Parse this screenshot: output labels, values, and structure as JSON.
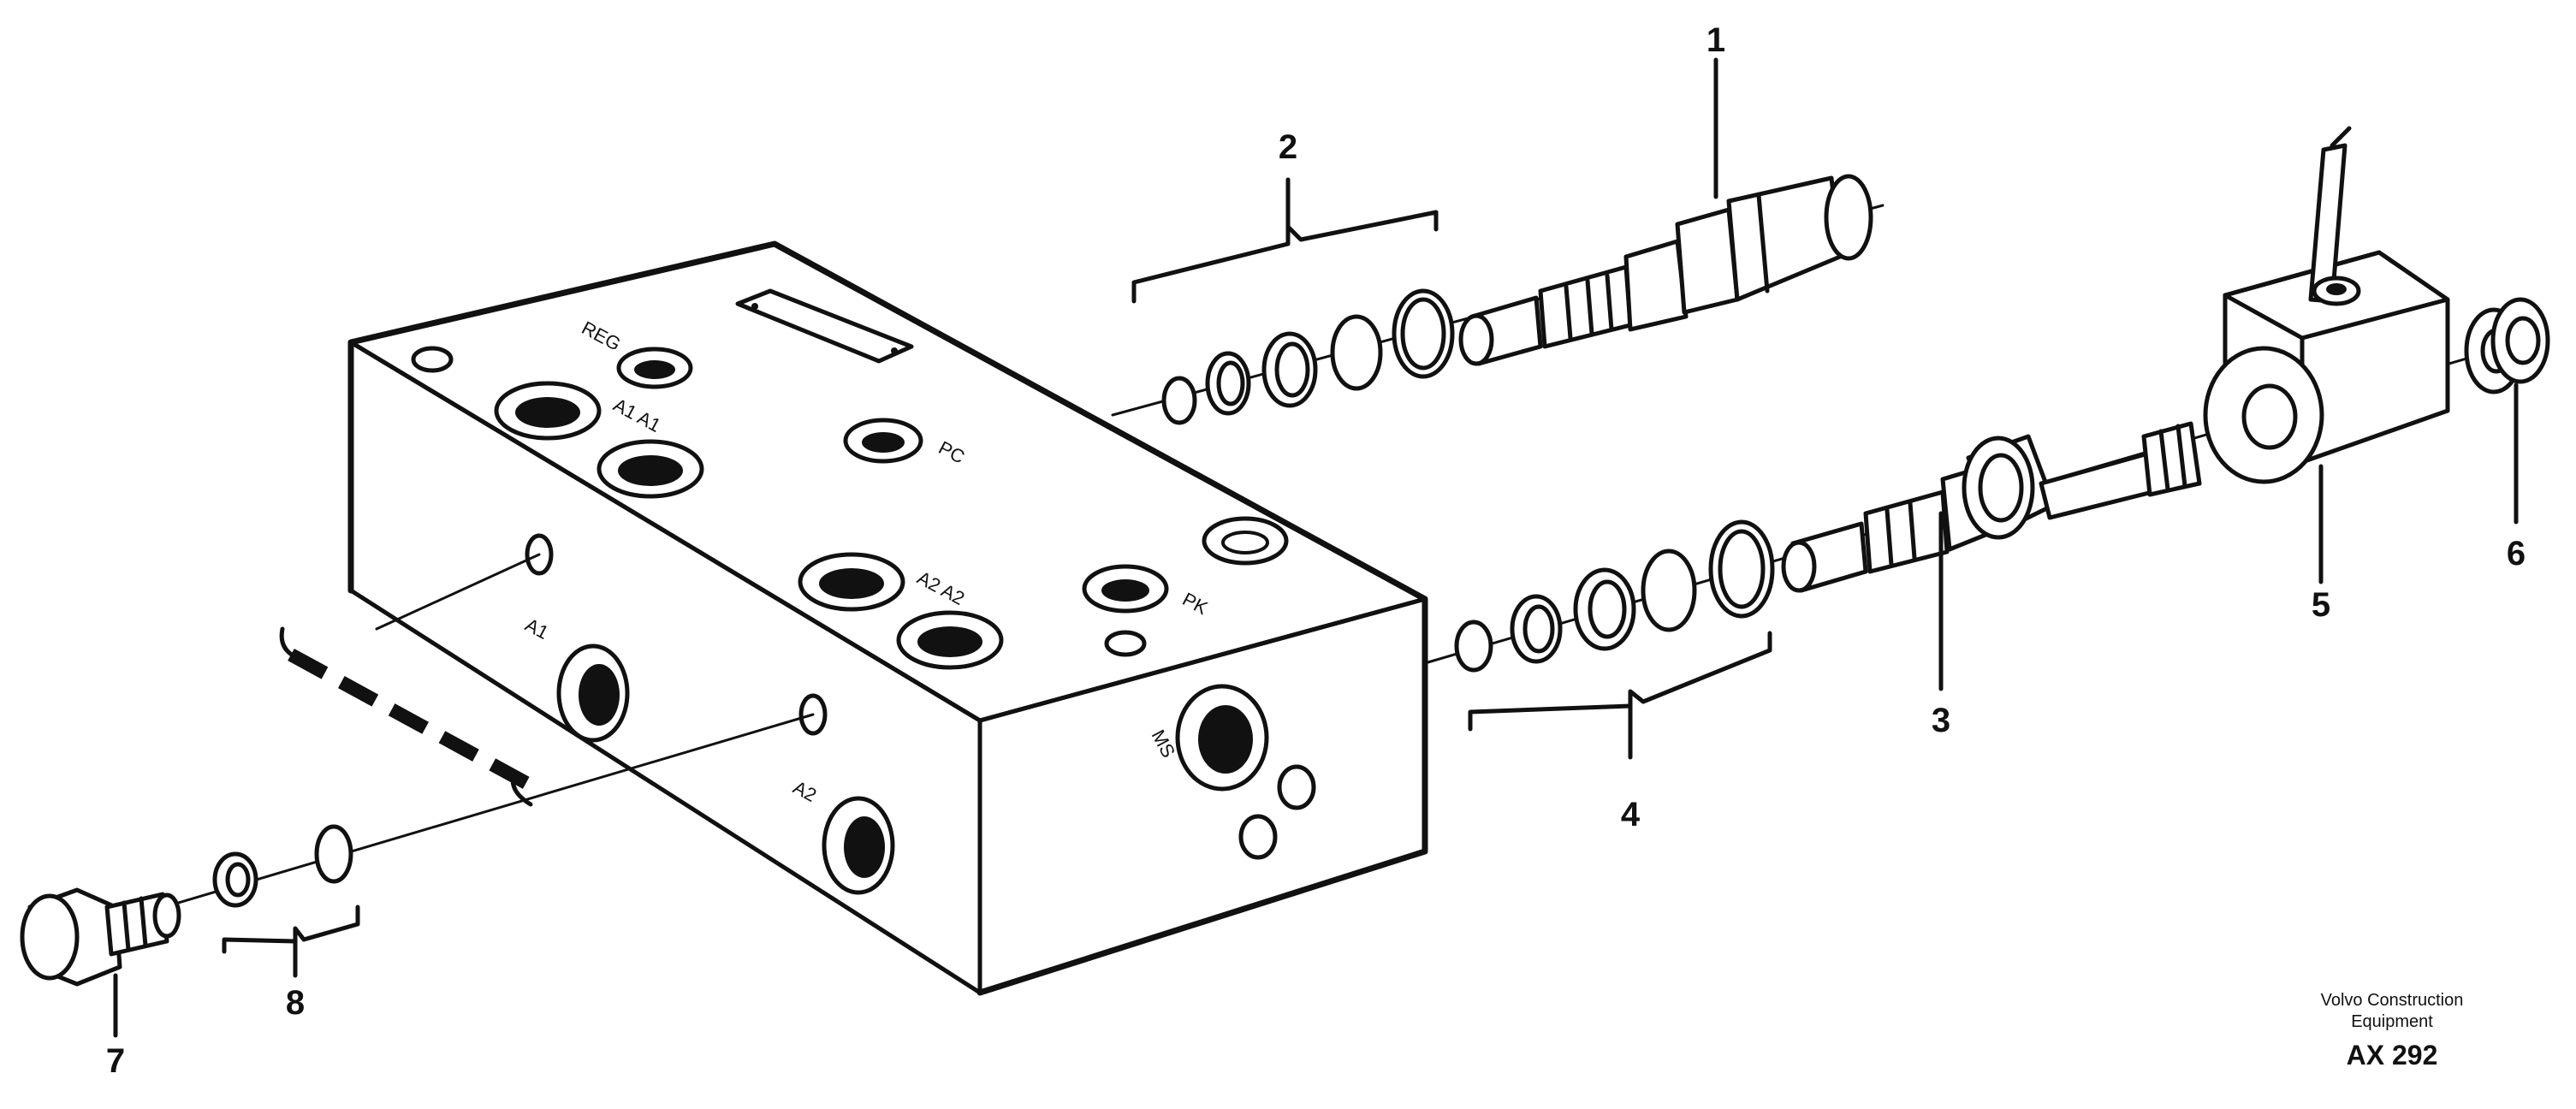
{
  "callouts": [
    "1",
    "2",
    "3",
    "4",
    "5",
    "6",
    "7",
    "8"
  ],
  "port_labels": {
    "reg": "REG",
    "a1a1": "A1 A1",
    "pc": "PC",
    "a2a2": "A2 A2",
    "pk": "PK",
    "a1": "A1",
    "a2": "A2",
    "ms": "MS"
  },
  "caption": {
    "brand_line1": "Volvo Construction",
    "brand_line2": "Equipment",
    "drawing_code": "AX 292"
  }
}
